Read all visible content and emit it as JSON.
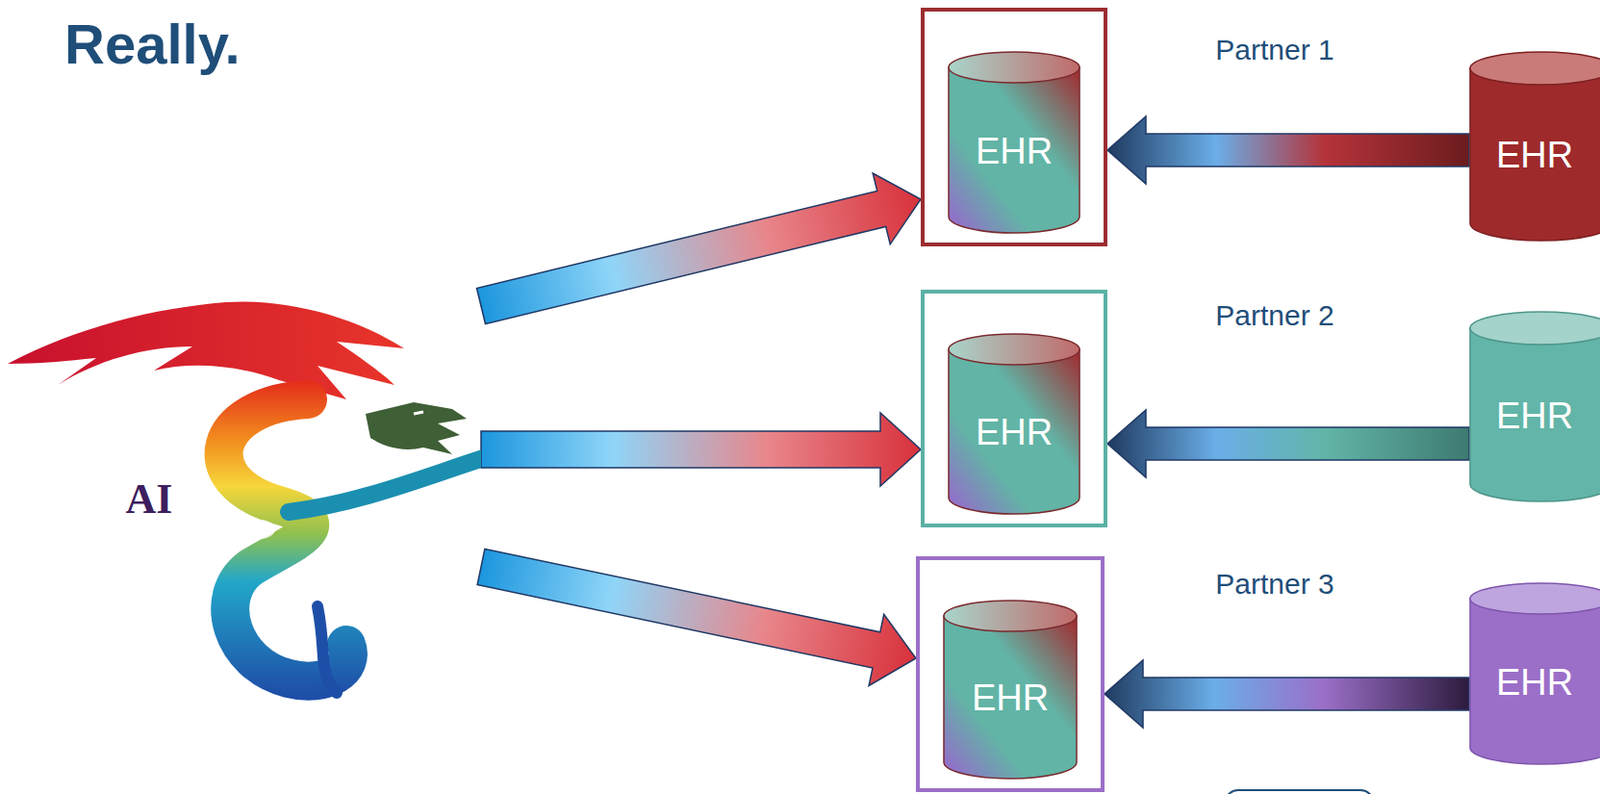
{
  "diagram": {
    "title": "Really.",
    "nodes": [
      {
        "text": [
          "AI"
        ]
      },
      {
        "text": [
          "EHR"
        ]
      },
      {
        "text": [
          "EHR"
        ]
      },
      {
        "text": [
          "EHR"
        ]
      },
      {
        "text": [
          "EHR"
        ]
      },
      {
        "text": [
          "EHR"
        ]
      },
      {
        "text": [
          "EHR"
        ]
      }
    ],
    "edges": [
      {
        "from": 0,
        "to": 1,
        "arrow": "to"
      },
      {
        "from": 2,
        "to": 1,
        "arrow": "to"
      },
      {
        "from": 0,
        "to": 3,
        "arrow": "to"
      },
      {
        "from": 4,
        "to": 3,
        "arrow": "to"
      },
      {
        "from": 0,
        "to": 5,
        "arrow": "to"
      },
      {
        "from": 6,
        "to": 5,
        "arrow": "to"
      }
    ],
    "labels": [
      "Partner 1",
      "Partner 2",
      "Partner 3"
    ]
  }
}
